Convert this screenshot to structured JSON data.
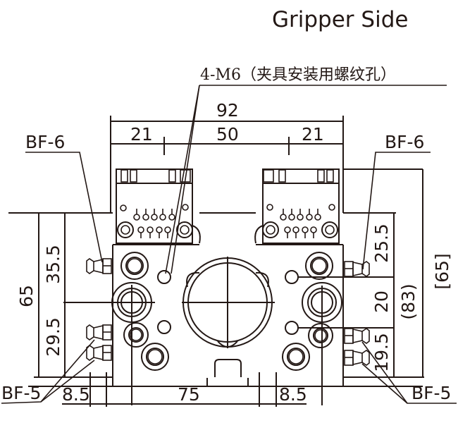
{
  "title": "Gripper Side",
  "callout_mount_holes": "4-M6（夹具安装用螺纹孔）",
  "ports": {
    "bf6_left": "BF-6",
    "bf6_right": "BF-6",
    "bf5_left": "BF-5",
    "bf5_right": "BF-5"
  },
  "dimensions": {
    "top_total": "92",
    "top_left": "21",
    "top_middle": "50",
    "top_right": "21",
    "left_total": "65",
    "left_upper": "35.5",
    "left_lower": "29.5",
    "right_upper": "25.5",
    "right_middle": "20",
    "right_lower": "19.5",
    "right_ref_83": "(83)",
    "right_ref_65": "[65]",
    "bottom_left": "8.5",
    "bottom_middle": "75",
    "bottom_right": "8.5"
  },
  "colors": {
    "line": "#231815",
    "background": "#ffffff"
  }
}
